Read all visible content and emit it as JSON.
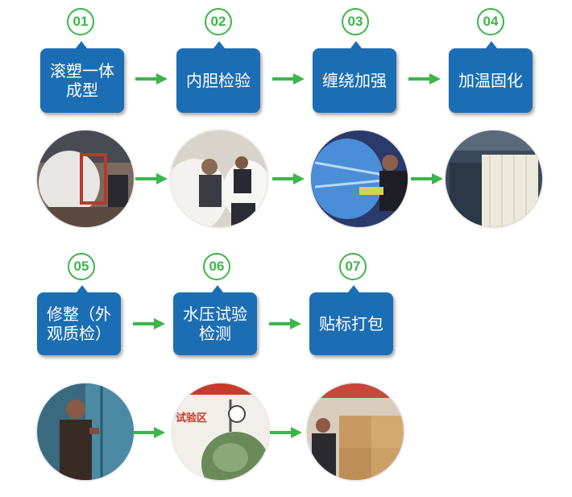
{
  "steps": [
    {
      "num": "01",
      "label_line1": "滚塑一体",
      "label_line2": "成型"
    },
    {
      "num": "02",
      "label_line1": "内胆检验",
      "label_line2": ""
    },
    {
      "num": "03",
      "label_line1": "缠绕加强",
      "label_line2": ""
    },
    {
      "num": "04",
      "label_line1": "加温固化",
      "label_line2": ""
    },
    {
      "num": "05",
      "label_line1": "修整（外",
      "label_line2": "观质检）"
    },
    {
      "num": "06",
      "label_line1": "水压试验",
      "label_line2": "检测"
    },
    {
      "num": "07",
      "label_line1": "贴标打包",
      "label_line2": ""
    }
  ],
  "photo_text": {
    "test_area_sign": "试验区"
  },
  "colors": {
    "step_box": "#1c6eb4",
    "number_ring": "#3cb54a",
    "arrow": "#3cb54a"
  },
  "icons": {
    "flow_arrow": "green-right-arrow"
  }
}
